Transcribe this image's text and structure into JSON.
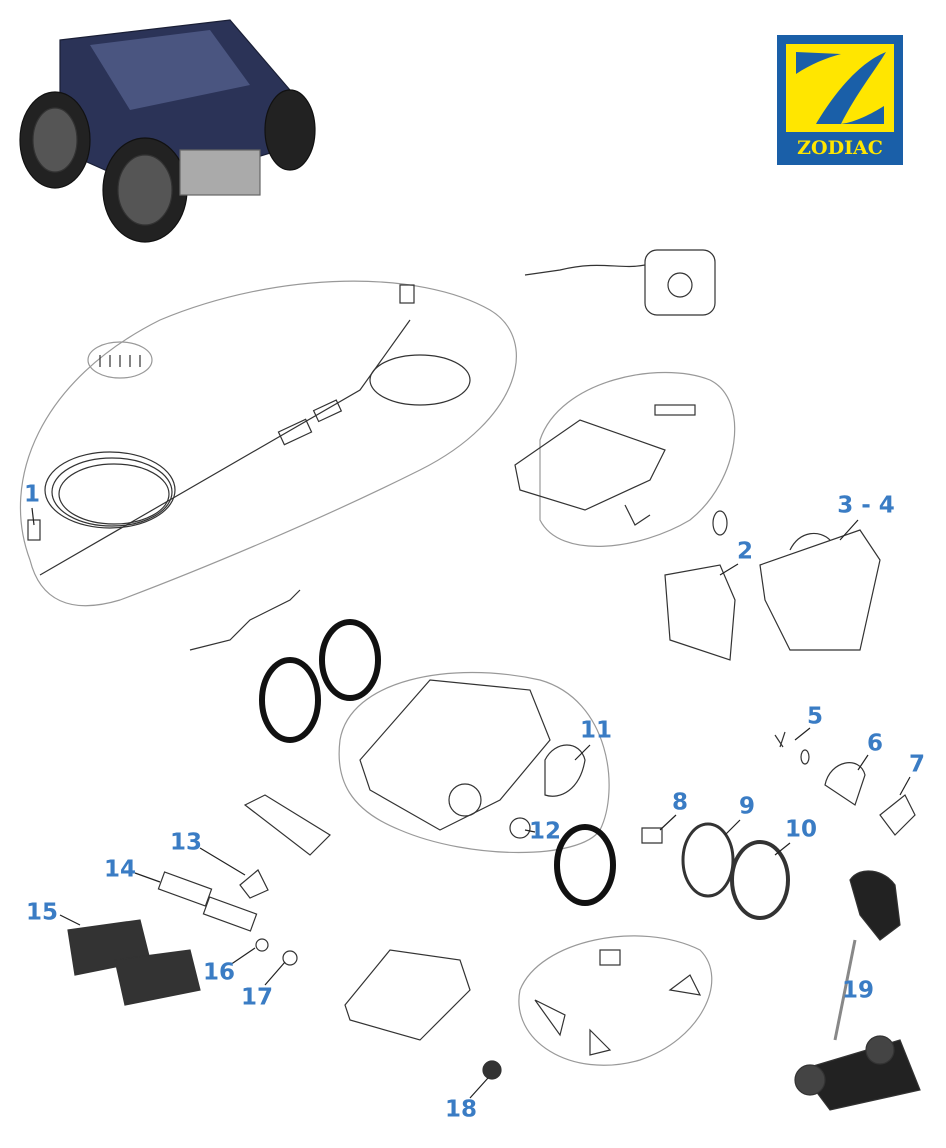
{
  "brand": {
    "logo_text": "ZODIAC",
    "colors": {
      "logo_blue": "#1a5fa8",
      "logo_yellow": "#ffe600",
      "label_blue": "#3a7cc4"
    }
  },
  "parts": [
    {
      "id": "p1",
      "label": "1"
    },
    {
      "id": "p2",
      "label": "2"
    },
    {
      "id": "p3",
      "label": "3 - 4"
    },
    {
      "id": "p5",
      "label": "5"
    },
    {
      "id": "p6",
      "label": "6"
    },
    {
      "id": "p7",
      "label": "7"
    },
    {
      "id": "p8",
      "label": "8"
    },
    {
      "id": "p9",
      "label": "9"
    },
    {
      "id": "p10",
      "label": "10"
    },
    {
      "id": "p11",
      "label": "11"
    },
    {
      "id": "p12",
      "label": "12"
    },
    {
      "id": "p13",
      "label": "13"
    },
    {
      "id": "p14",
      "label": "14"
    },
    {
      "id": "p15",
      "label": "15"
    },
    {
      "id": "p16",
      "label": "16"
    },
    {
      "id": "p17",
      "label": "17"
    },
    {
      "id": "p18",
      "label": "18"
    },
    {
      "id": "p19",
      "label": "19"
    }
  ]
}
